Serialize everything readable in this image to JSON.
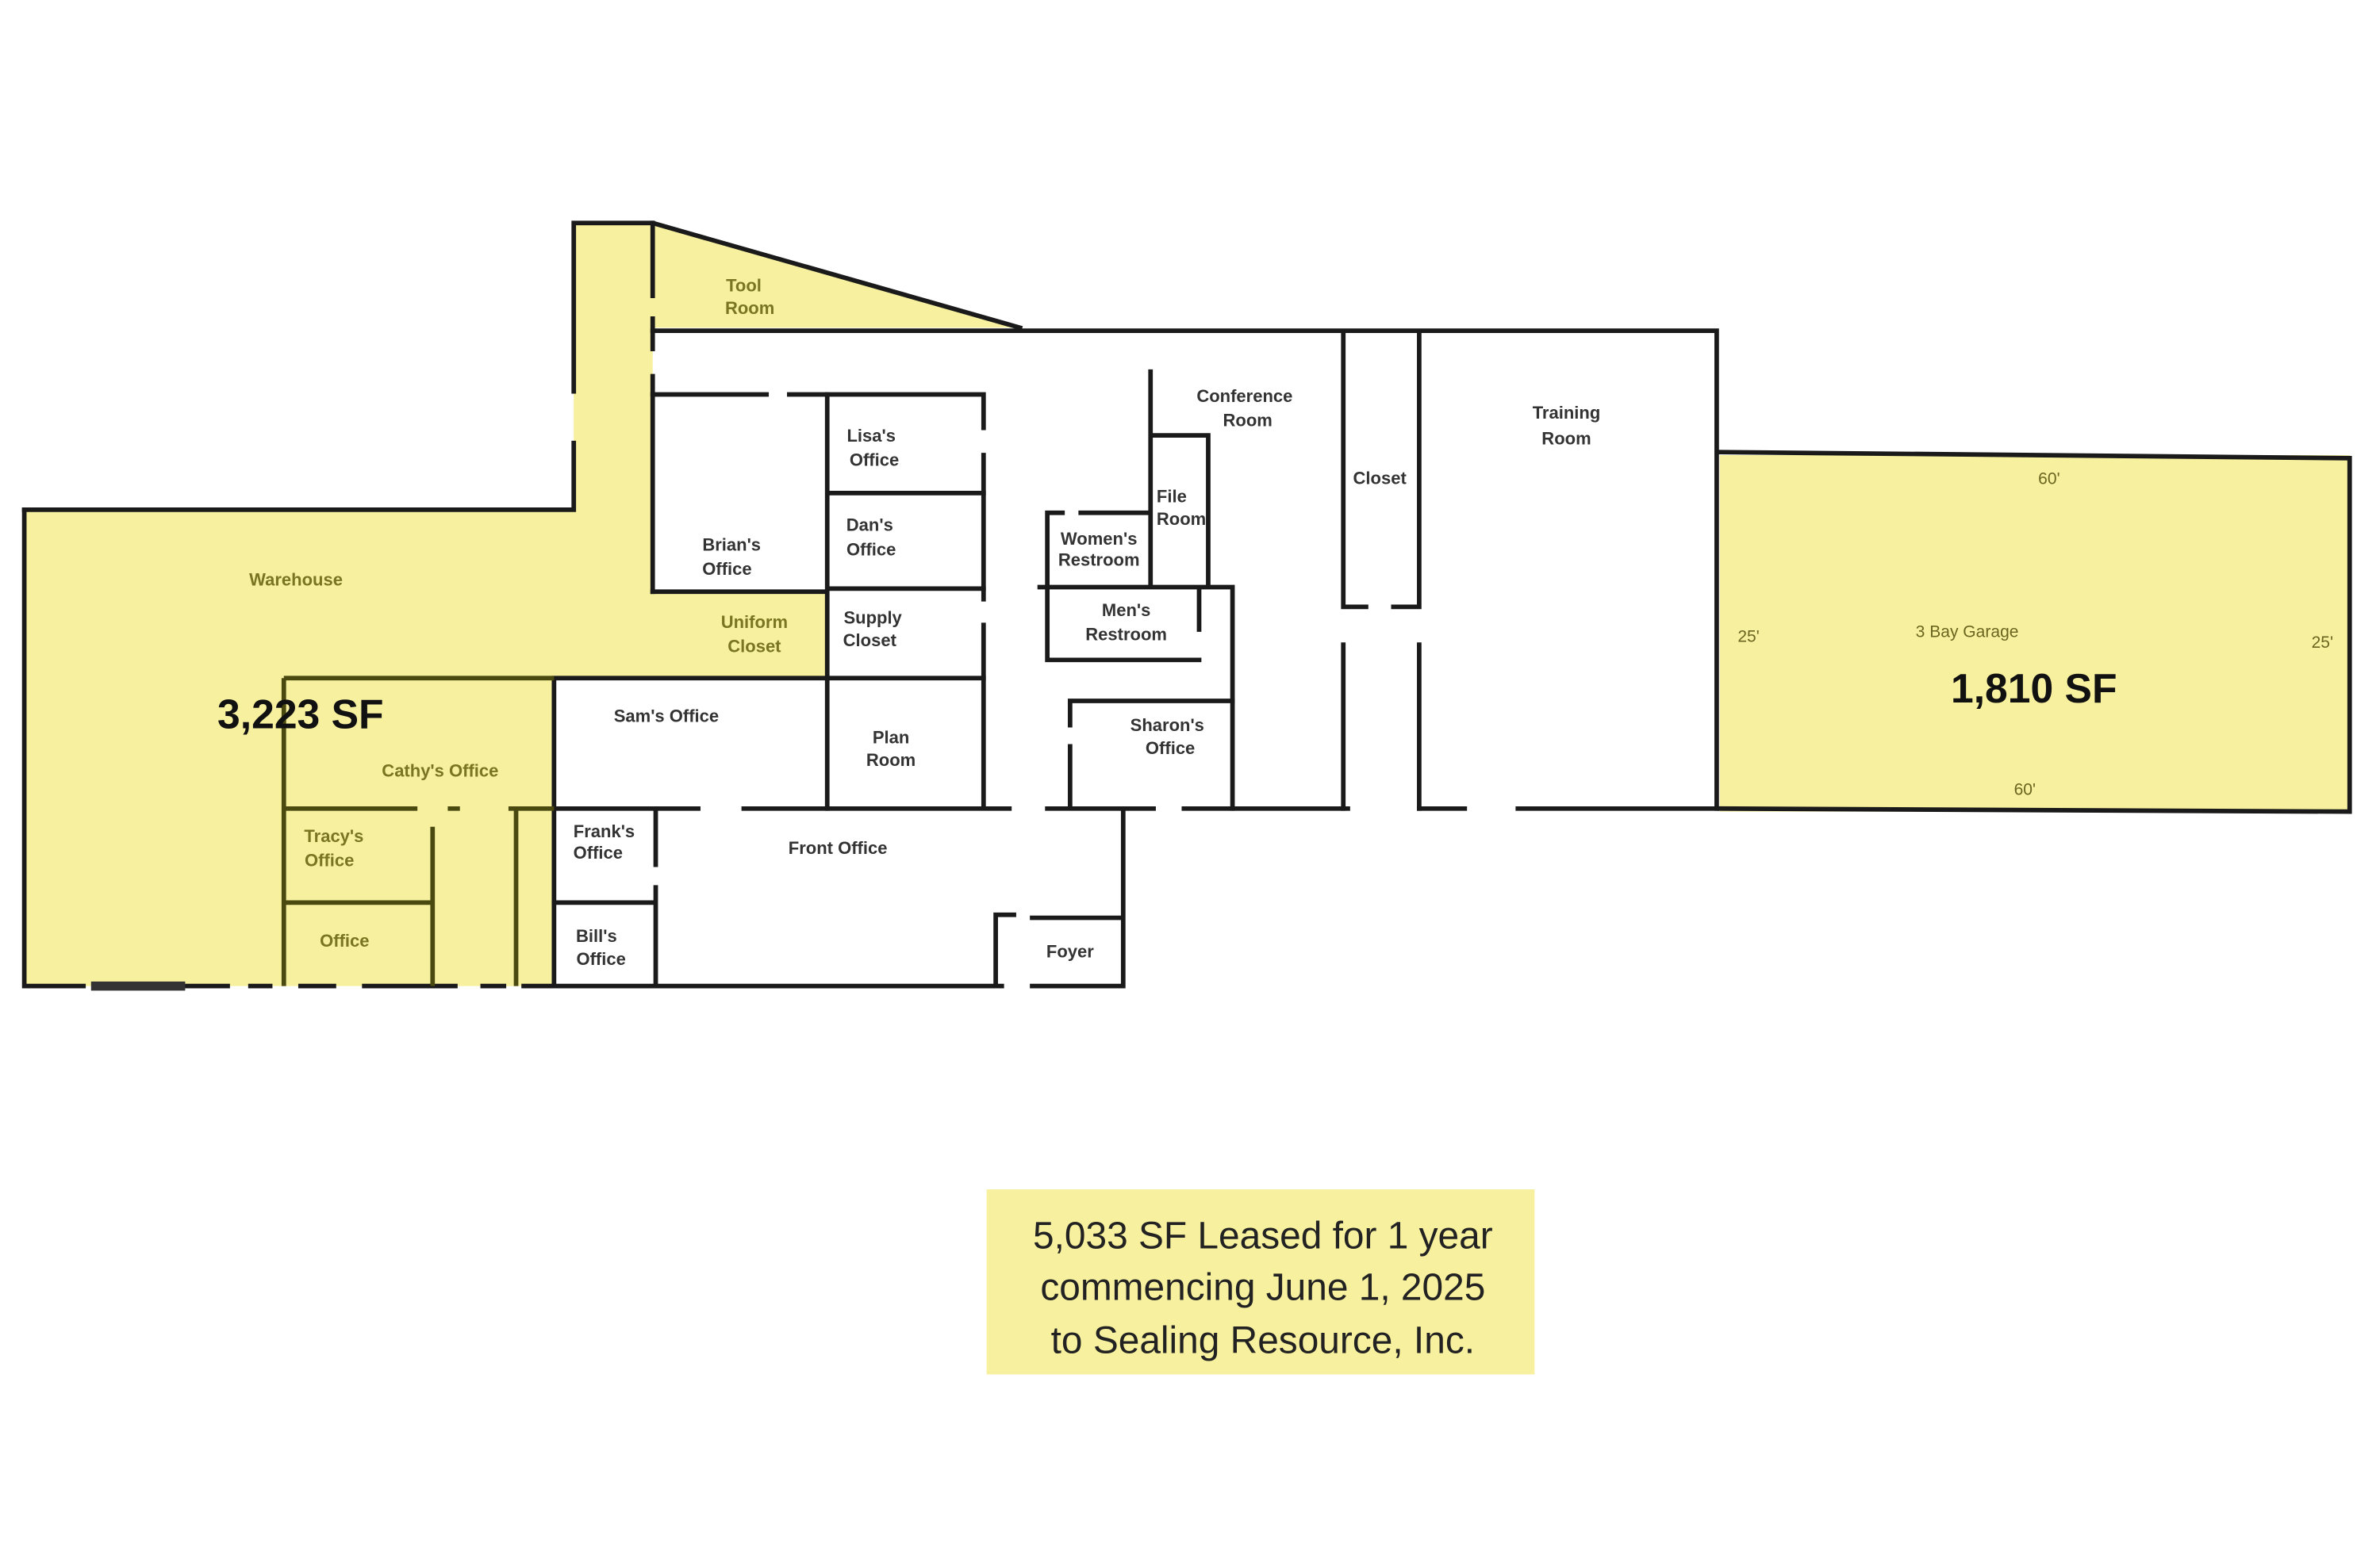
{
  "colors": {
    "highlight": "#f7f09e",
    "wall": "#1a1a1a"
  },
  "rooms": {
    "tool_room": [
      "Tool",
      "Room"
    ],
    "warehouse": "Warehouse",
    "uniform_closet": [
      "Uniform",
      "Closet"
    ],
    "cathys_office": "Cathy's Office",
    "tracys_office": [
      "Tracy's",
      "Office"
    ],
    "office": "Office",
    "brians_office": [
      "Brian's",
      "Office"
    ],
    "lisas_office": [
      "Lisa's",
      "Office"
    ],
    "dans_office": [
      "Dan's",
      "Office"
    ],
    "supply_closet": [
      "Supply",
      "Closet"
    ],
    "sams_office": "Sam's Office",
    "plan_room": [
      "Plan",
      "Room"
    ],
    "franks_office": [
      "Frank's",
      "Office"
    ],
    "bills_office": [
      "Bill's",
      "Office"
    ],
    "front_office": "Front Office",
    "foyer": "Foyer",
    "conference_room": [
      "Conference",
      "Room"
    ],
    "file_room": [
      "File",
      "Room"
    ],
    "womens_restroom": [
      "Women's",
      "Restroom"
    ],
    "mens_restroom": [
      "Men's",
      "Restroom"
    ],
    "sharons_office": [
      "Sharon's",
      "Office"
    ],
    "closet": "Closet",
    "training_room": [
      "Training",
      "Room"
    ],
    "garage": "3 Bay Garage"
  },
  "areas": {
    "warehouse_sf": "3,223 SF",
    "garage_sf": "1,810 SF"
  },
  "garage_dims": {
    "top": "60'",
    "bottom": "60'",
    "left": "25'",
    "right": "25'"
  },
  "summary": [
    "5,033 SF Leased for 1 year",
    "commencing June 1, 2025",
    "to Sealing Resource, Inc."
  ]
}
